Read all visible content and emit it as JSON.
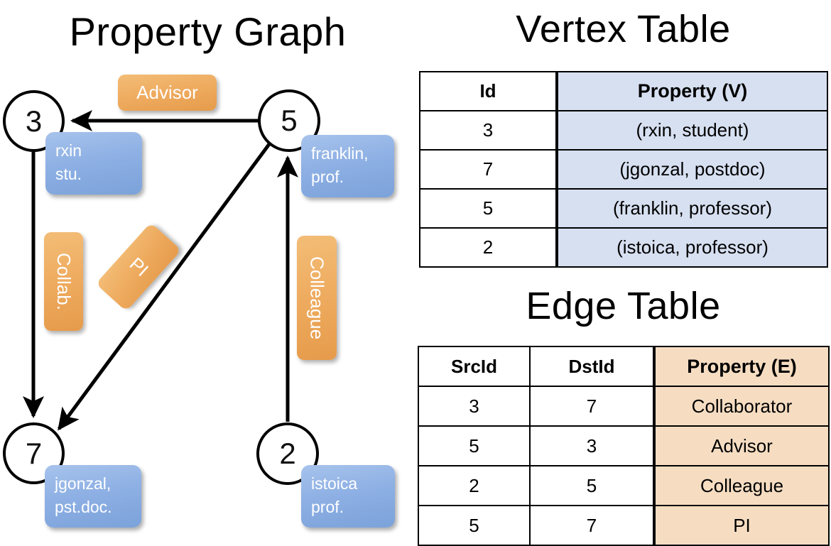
{
  "panels": {
    "graph_title": "Property Graph",
    "vertex_title": "Vertex Table",
    "edge_title": "Edge Table"
  },
  "graph": {
    "nodes": [
      {
        "id": "3",
        "label": "3",
        "property_lines": [
          "rxin",
          "stu."
        ]
      },
      {
        "id": "5",
        "label": "5",
        "property_lines": [
          "franklin,",
          "prof."
        ]
      },
      {
        "id": "7",
        "label": "7",
        "property_lines": [
          "jgonzal,",
          "pst.doc."
        ]
      },
      {
        "id": "2",
        "label": "2",
        "property_lines": [
          "istoica",
          "prof."
        ]
      }
    ],
    "edge_labels": [
      {
        "name": "advisor",
        "text": "Advisor"
      },
      {
        "name": "collab",
        "text": "Collab."
      },
      {
        "name": "pi",
        "text": "PI"
      },
      {
        "name": "colleague",
        "text": "Colleague"
      }
    ]
  },
  "vertex_table": {
    "headers": [
      "Id",
      "Property (V)"
    ],
    "rows": [
      {
        "id": "3",
        "property": "(rxin, student)"
      },
      {
        "id": "7",
        "property": "(jgonzal, postdoc)"
      },
      {
        "id": "5",
        "property": "(franklin, professor)"
      },
      {
        "id": "2",
        "property": "(istoica, professor)"
      }
    ]
  },
  "edge_table": {
    "headers": [
      "SrcId",
      "DstId",
      "Property (E)"
    ],
    "rows": [
      {
        "src": "3",
        "dst": "7",
        "property": "Collaborator"
      },
      {
        "src": "5",
        "dst": "3",
        "property": "Advisor"
      },
      {
        "src": "2",
        "dst": "5",
        "property": "Colleague"
      },
      {
        "src": "5",
        "dst": "7",
        "property": "PI"
      }
    ]
  },
  "colors": {
    "vertex_property_fill": "#d7e0f1",
    "edge_property_fill": "#f6ddc2",
    "node_property_box": "#8eb0e4",
    "edge_label_box": "#eeab5f",
    "border": "#000000"
  }
}
